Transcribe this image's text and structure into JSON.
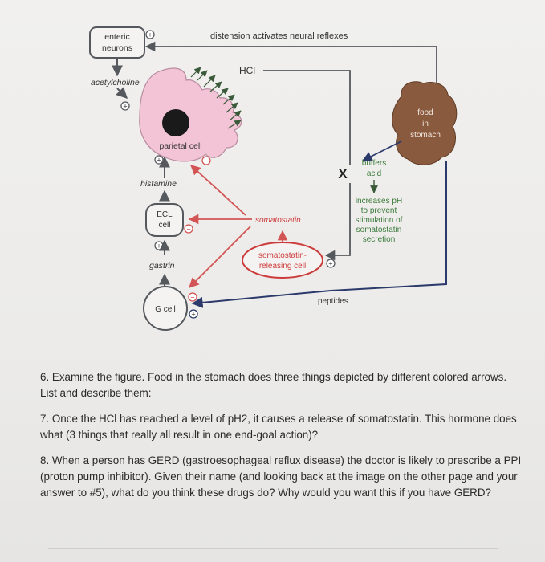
{
  "diagram": {
    "labels": {
      "enteric": "enteric",
      "neurons": "neurons",
      "distension": "distension activates neural reflexes",
      "acetylcholine": "acetylcholine",
      "hcl": "HCl",
      "parietal": "parietal cell",
      "food1": "food",
      "food2": "in",
      "food3": "stomach",
      "histamine": "histamine",
      "buffers1": "buffers",
      "buffers2": "acid",
      "ecl1": "ECL",
      "ecl2": "cell",
      "somatostatin": "somatostatin",
      "ph1": "increases pH",
      "ph2": "to prevent",
      "ph3": "stimulation of",
      "ph4": "somatostatin",
      "ph5": "secretion",
      "ssrc1": "somatostatin-",
      "ssrc2": "releasing cell",
      "gastrin": "gastrin",
      "peptides": "peptides",
      "gcell": "G cell",
      "xmark": "X"
    },
    "signs": {
      "plus": "+",
      "minus": "−"
    },
    "colors": {
      "gray_arrow": "#55595e",
      "red_arrow": "#d35454",
      "blue_arrow": "#2b3a6b",
      "parietal_fill": "#f2c4d6",
      "food_fill": "#8a5a3e",
      "nucleus": "#1a1a1a",
      "somatostatin_text": "#cc3b3b",
      "ph_text": "#3a7a3a"
    }
  },
  "questions": [
    "6. Examine the figure. Food in the stomach does three things depicted by different colored arrows. List and describe them:",
    "7. Once the HCl has reached a level of pH2, it causes a release of somatostatin. This hormone does what (3 things that really all result in one end-goal action)?",
    "8. When a person has GERD (gastroesophageal reflux disease) the doctor is likely to prescribe a PPI (proton pump inhibitor). Given their name (and looking back at the image on the other page and your answer to #5), what do you think these drugs do? Why would you want this if you have GERD?"
  ]
}
